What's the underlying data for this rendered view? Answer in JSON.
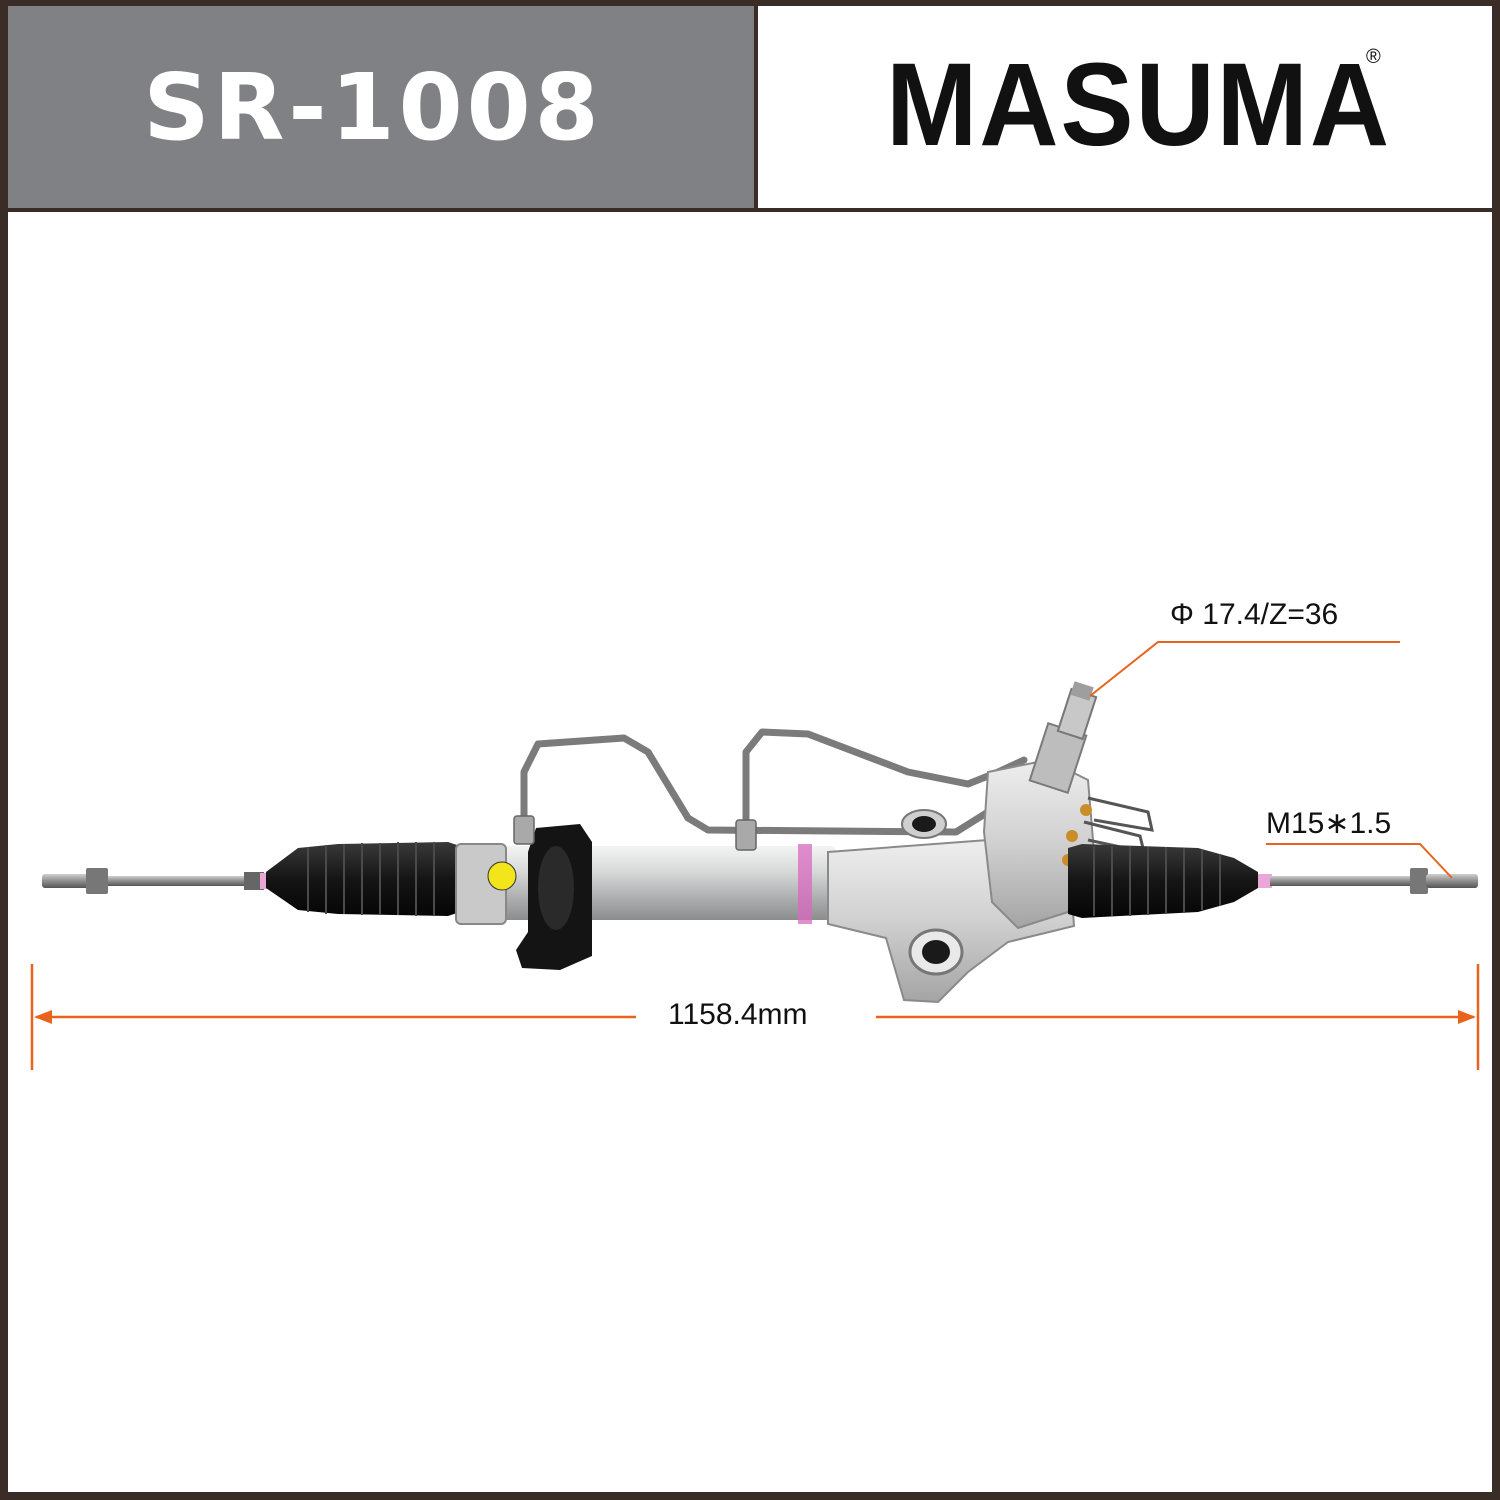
{
  "header": {
    "part_number": "SR-1008",
    "brand": "MASUMA",
    "registered_mark": "®"
  },
  "product": {
    "type": "power steering rack"
  },
  "annotations": {
    "pinion_spec": "Φ 17.4/Z=36",
    "thread_spec": "M15∗1.5",
    "overall_length": "1158.4mm"
  },
  "colors": {
    "frame": "#3a2d28",
    "header_gray": "#808184",
    "dimension_line": "#e8641c"
  }
}
